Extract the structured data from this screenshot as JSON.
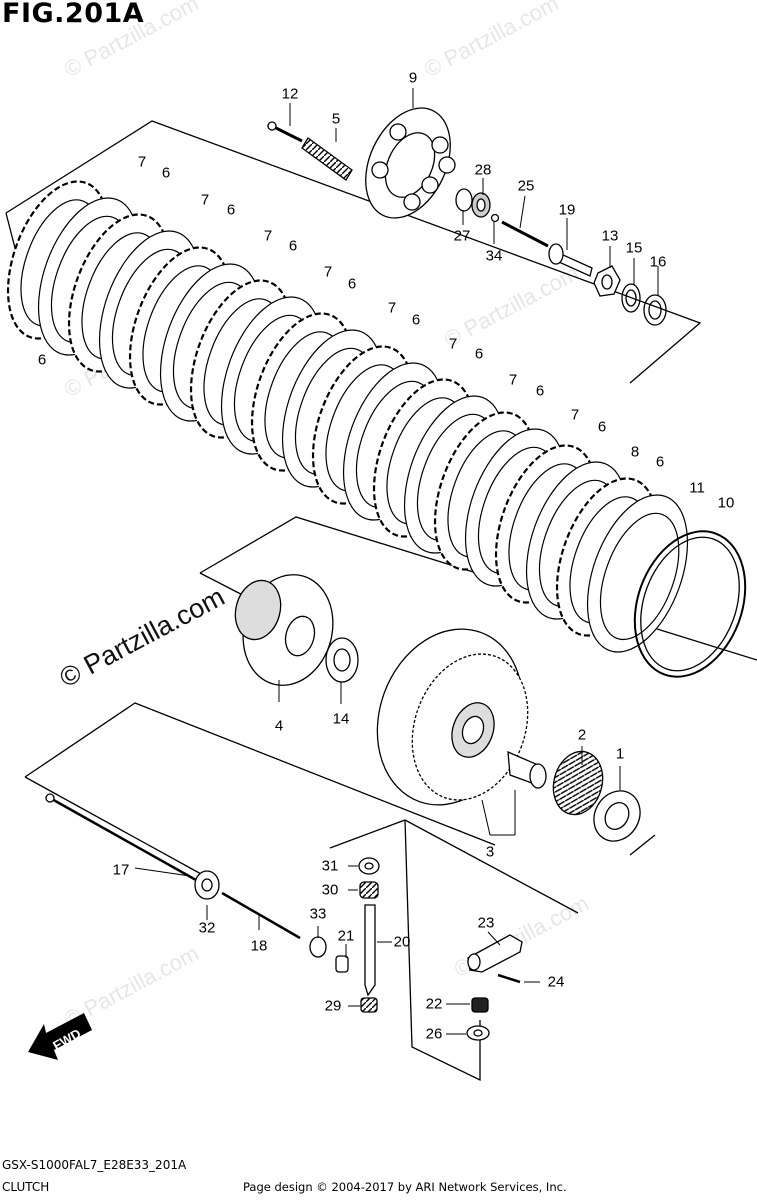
{
  "figure": {
    "title": "FIG.201A",
    "model_code": "GSX-S1000FAL7_E28E33_201A",
    "section": "CLUTCH",
    "credit": "Page design © 2004-2017 by ARI Network Services, Inc."
  },
  "watermark": {
    "main": "© Partzilla.com",
    "faint": "© Partzilla.com"
  },
  "fwd_label": "FWD",
  "callouts": [
    {
      "id": "c12",
      "text": "12"
    },
    {
      "id": "c5",
      "text": "5"
    },
    {
      "id": "c9",
      "text": "9"
    },
    {
      "id": "c28",
      "text": "28"
    },
    {
      "id": "c25",
      "text": "25"
    },
    {
      "id": "c27",
      "text": "27"
    },
    {
      "id": "c34",
      "text": "34"
    },
    {
      "id": "c19",
      "text": "19"
    },
    {
      "id": "c13",
      "text": "13"
    },
    {
      "id": "c15",
      "text": "15"
    },
    {
      "id": "c16",
      "text": "16"
    },
    {
      "id": "c7a",
      "text": "7"
    },
    {
      "id": "c6a",
      "text": "6"
    },
    {
      "id": "c7b",
      "text": "7"
    },
    {
      "id": "c6b",
      "text": "6"
    },
    {
      "id": "c7c",
      "text": "7"
    },
    {
      "id": "c6c",
      "text": "6"
    },
    {
      "id": "c7d",
      "text": "7"
    },
    {
      "id": "c6d",
      "text": "6"
    },
    {
      "id": "c7e",
      "text": "7"
    },
    {
      "id": "c6e",
      "text": "6"
    },
    {
      "id": "c7f",
      "text": "7"
    },
    {
      "id": "c6f",
      "text": "6"
    },
    {
      "id": "c7g",
      "text": "7"
    },
    {
      "id": "c6g",
      "text": "6"
    },
    {
      "id": "c7h",
      "text": "7"
    },
    {
      "id": "c6h",
      "text": "6"
    },
    {
      "id": "c8",
      "text": "8"
    },
    {
      "id": "c6i",
      "text": "6"
    },
    {
      "id": "c11",
      "text": "11"
    },
    {
      "id": "c10",
      "text": "10"
    },
    {
      "id": "c6left",
      "text": "6"
    },
    {
      "id": "c4",
      "text": "4"
    },
    {
      "id": "c14",
      "text": "14"
    },
    {
      "id": "c2",
      "text": "2"
    },
    {
      "id": "c1",
      "text": "1"
    },
    {
      "id": "c3",
      "text": "3"
    },
    {
      "id": "c17",
      "text": "17"
    },
    {
      "id": "c31",
      "text": "31"
    },
    {
      "id": "c30",
      "text": "30"
    },
    {
      "id": "c32",
      "text": "32"
    },
    {
      "id": "c18",
      "text": "18"
    },
    {
      "id": "c33",
      "text": "33"
    },
    {
      "id": "c21",
      "text": "21"
    },
    {
      "id": "c20",
      "text": "20"
    },
    {
      "id": "c23",
      "text": "23"
    },
    {
      "id": "c24",
      "text": "24"
    },
    {
      "id": "c29",
      "text": "29"
    },
    {
      "id": "c22",
      "text": "22"
    },
    {
      "id": "c26",
      "text": "26"
    }
  ]
}
